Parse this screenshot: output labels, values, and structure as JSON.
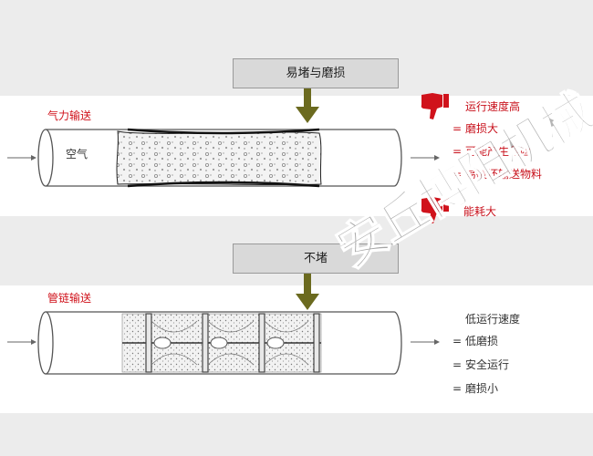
{
  "top": {
    "callout": "易堵与磨损",
    "mode_label": "气力输送",
    "air_label": "空气",
    "items": [
      {
        "bullet": "",
        "text": "运行速度高"
      },
      {
        "bullet": "=",
        "text": "磨损大"
      },
      {
        "bullet": "=",
        "text": "可能产生危险"
      },
      {
        "bullet": "=",
        "text": "易破坏输送物料"
      }
    ],
    "energy": "能耗大"
  },
  "bottom": {
    "callout": "不堵",
    "mode_label": "管链输送",
    "items": [
      {
        "bullet": "",
        "text": "低运行速度"
      },
      {
        "bullet": "=",
        "text": "低磨损"
      },
      {
        "bullet": "=",
        "text": "安全运行"
      },
      {
        "bullet": "=",
        "text": "磨损小"
      }
    ]
  },
  "watermark": "安丘博阳机械",
  "colors": {
    "accent_red": "#c8101b",
    "arrow_olive": "#6b6a1f",
    "callout_gray": "#d9d9d9"
  },
  "icons": [
    "thumbs-down-icon",
    "down-arrow-icon",
    "flow-arrow-icon"
  ]
}
